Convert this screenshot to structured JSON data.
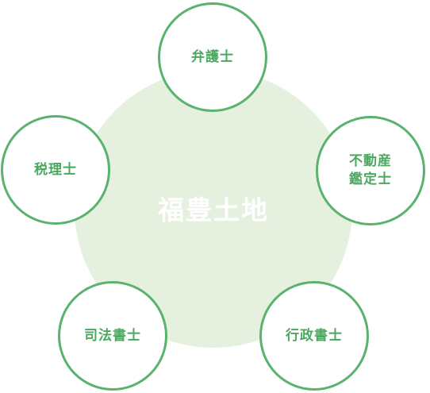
{
  "center": {
    "label": "福豊土地"
  },
  "nodes": [
    {
      "id": "lawyer",
      "label": "弁護士"
    },
    {
      "id": "real-estate-appraiser",
      "label": "不動産\n鑑定士"
    },
    {
      "id": "tax-accountant",
      "label": "税理士"
    },
    {
      "id": "judicial-scrivener",
      "label": "司法書士"
    },
    {
      "id": "administrative-scrivener",
      "label": "行政書士"
    }
  ],
  "colors": {
    "accent": "#5ab26e",
    "text": "#4ca85f",
    "center_fill": "#e6f0df",
    "center_text": "#ffffff"
  }
}
